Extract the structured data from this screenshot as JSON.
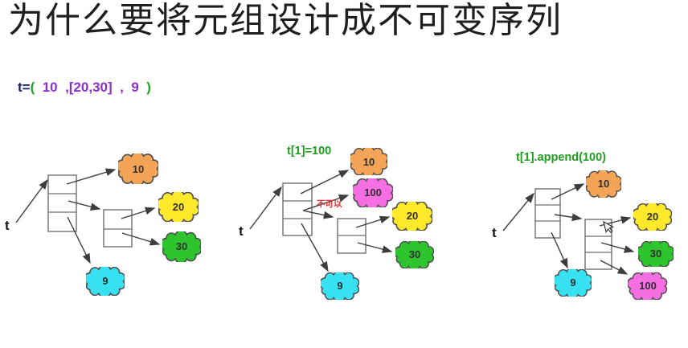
{
  "title": "为什么要将元组设计成不可变序列",
  "code": {
    "tokens": [
      {
        "text": "t=",
        "color": "#1a1a66"
      },
      {
        "text": "(",
        "color": "#1fa41f"
      },
      {
        "text": "  10 ",
        "color": "#8b2fc9"
      },
      {
        "text": " ,",
        "color": "#8b2fc9"
      },
      {
        "text": "[20,30]",
        "color": "#8b2fc9"
      },
      {
        "text": "  ,  ",
        "color": "#8b2fc9"
      },
      {
        "text": "9",
        "color": "#8b2fc9"
      },
      {
        "text": "  )",
        "color": "#1fa41f"
      }
    ]
  },
  "diagrams": [
    {
      "name": "original-tuple",
      "title": "",
      "var_label": "t",
      "nodes": [
        {
          "value": "10",
          "color": "#f4a456"
        },
        {
          "value": "20",
          "color": "#ffe92a"
        },
        {
          "value": "30",
          "color": "#2dc42d"
        },
        {
          "value": "9",
          "color": "#38e1f1"
        }
      ]
    },
    {
      "name": "item-assignment-not-allowed",
      "title": "t[1]=100",
      "var_label": "t",
      "annotation": "不可以",
      "nodes": [
        {
          "value": "10",
          "color": "#f4a456"
        },
        {
          "value": "100",
          "color": "#f56fe3"
        },
        {
          "value": "20",
          "color": "#ffe92a"
        },
        {
          "value": "30",
          "color": "#2dc42d"
        },
        {
          "value": "9",
          "color": "#38e1f1"
        }
      ]
    },
    {
      "name": "list-append-allowed",
      "title": "t[1].append(100)",
      "var_label": "t",
      "nodes": [
        {
          "value": "10",
          "color": "#f4a456"
        },
        {
          "value": "20",
          "color": "#ffe92a"
        },
        {
          "value": "30",
          "color": "#2dc42d"
        },
        {
          "value": "100",
          "color": "#f56fe3"
        },
        {
          "value": "9",
          "color": "#38e1f1"
        }
      ]
    }
  ],
  "colors": {
    "background": "#ffffff",
    "title_text": "#1f1f1f",
    "code_navy": "#1a1a66",
    "code_green": "#1fa41f",
    "code_purple": "#8b2fc9",
    "diagram_title_green": "#1f9e1f",
    "warn_red": "#e53030",
    "cloud_orange": "#f4a456",
    "cloud_yellow": "#ffe92a",
    "cloud_green": "#2dc42d",
    "cloud_cyan": "#38e1f1",
    "cloud_magenta": "#f56fe3",
    "box_stroke": "#6e6e6e",
    "arrow": "#3d3d3d"
  }
}
